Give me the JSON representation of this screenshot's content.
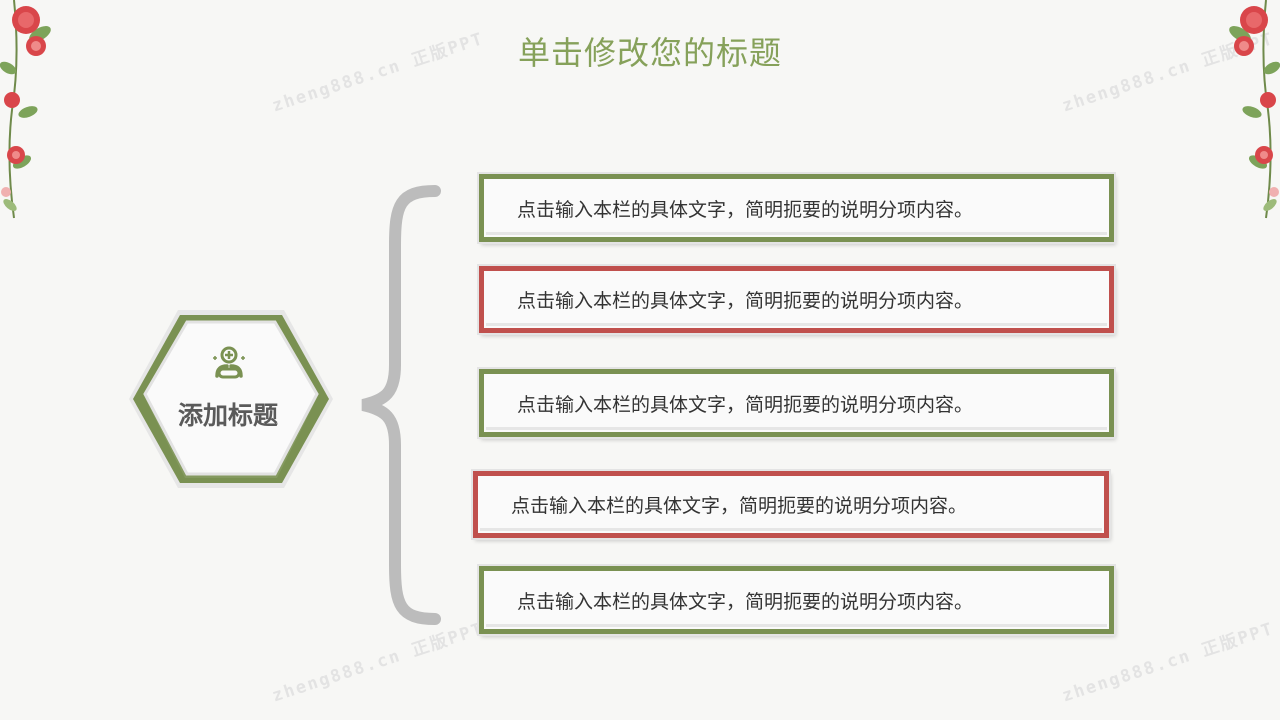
{
  "colors": {
    "green": "#7a9152",
    "red": "#c0504d",
    "title": "#86a15a",
    "brace": "#bcbcbc"
  },
  "slide": {
    "title": "单击修改您的标题"
  },
  "hexagon": {
    "label": "添加标题",
    "icon": "people-add-icon"
  },
  "watermarks": [
    "zheng888.cn 正版PPT",
    "zheng888.cn 正版PPT",
    "zheng888.cn 正版PPT",
    "zheng888.cn 正版PPT"
  ],
  "items": [
    {
      "text": "点击输入本栏的具体文字，简明扼要的说明分项内容。",
      "color": "#7a9152"
    },
    {
      "text": "点击输入本栏的具体文字，简明扼要的说明分项内容。",
      "color": "#c0504d"
    },
    {
      "text": "点击输入本栏的具体文字，简明扼要的说明分项内容。",
      "color": "#7a9152"
    },
    {
      "text": "点击输入本栏的具体文字，简明扼要的说明分项内容。",
      "color": "#c0504d"
    },
    {
      "text": "点击输入本栏的具体文字，简明扼要的说明分项内容。",
      "color": "#7a9152"
    }
  ]
}
